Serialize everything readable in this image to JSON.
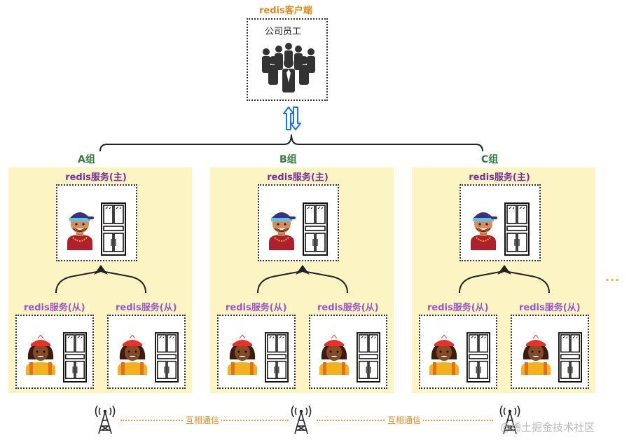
{
  "client": {
    "title": "redis客户端",
    "label": "公司员工",
    "icon": "people-group-icon"
  },
  "sync_arrow": {
    "icon": "bidirectional-arrow-icon",
    "color": "#1a73e8"
  },
  "groups": [
    {
      "label": "A组",
      "master": "redis服务(主)",
      "slaves": [
        "redis服务(从)",
        "redis服务(从)"
      ]
    },
    {
      "label": "B组",
      "master": "redis服务(主)",
      "slaves": [
        "redis服务(从)",
        "redis服务(从)"
      ]
    },
    {
      "label": "C组",
      "master": "redis服务(主)",
      "slaves": [
        "redis服务(从)",
        "redis服务(从)"
      ]
    }
  ],
  "more": "···",
  "network": {
    "links": [
      "互相通信",
      "互相通信"
    ],
    "icon": "signal-tower-icon"
  },
  "watermark": "@稀土掘金技术社区",
  "colors": {
    "group_background": "#fdf4c4",
    "client_title": "#e8891c",
    "group_label": "#2f7d3b",
    "master_title": "#7a2f9a",
    "slave_title": "#9b56c6"
  }
}
